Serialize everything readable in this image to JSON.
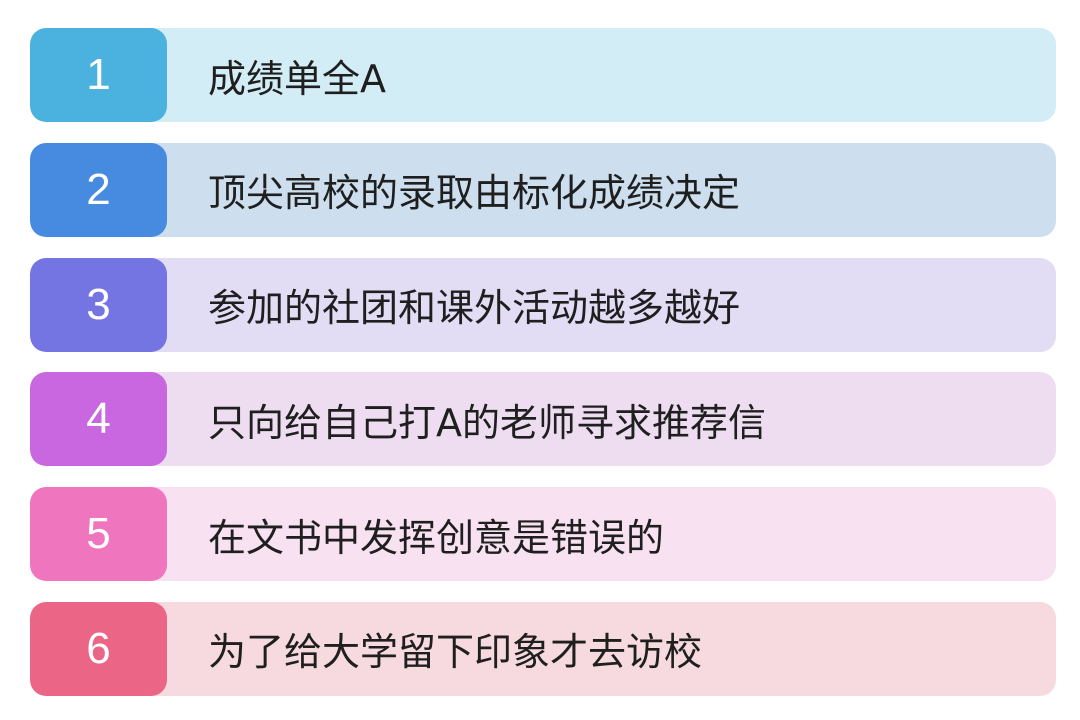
{
  "items": [
    {
      "number": "1",
      "text": "成绩单全A",
      "accent": "#4BB1DF",
      "bg": "#D3EDF6"
    },
    {
      "number": "2",
      "text": "顶尖高校的录取由标化成绩决定",
      "accent": "#468BE0",
      "bg": "#CDDFEE"
    },
    {
      "number": "3",
      "text": "参加的社团和课外活动越多越好",
      "accent": "#7474E2",
      "bg": "#E2DDF5"
    },
    {
      "number": "4",
      "text": "只向给自己打A的老师寻求推荐信",
      "accent": "#C867E0",
      "bg": "#EEDDF1"
    },
    {
      "number": "5",
      "text": "在文书中发挥创意是错误的",
      "accent": "#EF75BE",
      "bg": "#F8E1F1"
    },
    {
      "number": "6",
      "text": "为了给大学留下印象才去访校",
      "accent": "#EB6587",
      "bg": "#F6DAE0"
    }
  ]
}
